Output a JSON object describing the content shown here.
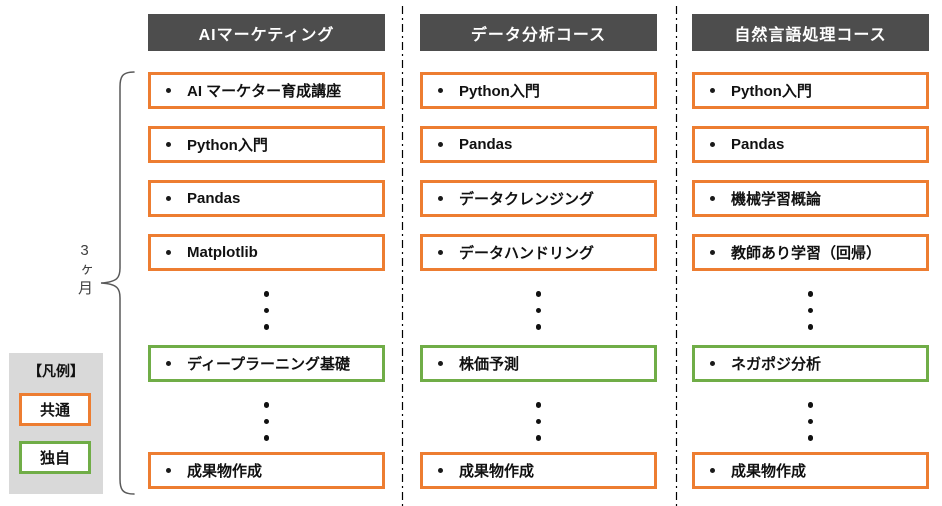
{
  "diagram": {
    "duration_label": "3ヶ月",
    "legend": {
      "title": "【凡例】",
      "items": [
        {
          "label": "共通",
          "type": "common"
        },
        {
          "label": "独自",
          "type": "unique"
        }
      ]
    },
    "colors": {
      "common": "#ED7D31",
      "unique": "#70AD47",
      "header_bg": "#4D4D4D",
      "header_text": "#FFFFFF",
      "legend_bg": "#D9D9D9"
    },
    "columns": [
      {
        "title": "AIマーケティング",
        "items": [
          {
            "type": "box",
            "style": "common",
            "label": "AI マーケター育成講座"
          },
          {
            "type": "box",
            "style": "common",
            "label": "Python入門"
          },
          {
            "type": "box",
            "style": "common",
            "label": "Pandas"
          },
          {
            "type": "box",
            "style": "common",
            "label": "Matplotlib"
          },
          {
            "type": "dots"
          },
          {
            "type": "box",
            "style": "unique",
            "label": "ディープラーニング基礎"
          },
          {
            "type": "dots"
          },
          {
            "type": "box",
            "style": "common",
            "label": "成果物作成"
          }
        ]
      },
      {
        "title": "データ分析コース",
        "items": [
          {
            "type": "box",
            "style": "common",
            "label": "Python入門"
          },
          {
            "type": "box",
            "style": "common",
            "label": "Pandas"
          },
          {
            "type": "box",
            "style": "common",
            "label": "データクレンジング"
          },
          {
            "type": "box",
            "style": "common",
            "label": "データハンドリング"
          },
          {
            "type": "dots"
          },
          {
            "type": "box",
            "style": "unique",
            "label": "株価予測"
          },
          {
            "type": "dots"
          },
          {
            "type": "box",
            "style": "common",
            "label": "成果物作成"
          }
        ]
      },
      {
        "title": "自然言語処理コース",
        "items": [
          {
            "type": "box",
            "style": "common",
            "label": "Python入門"
          },
          {
            "type": "box",
            "style": "common",
            "label": "Pandas"
          },
          {
            "type": "box",
            "style": "common",
            "label": "機械学習概論"
          },
          {
            "type": "box",
            "style": "common",
            "label": "教師あり学習（回帰）"
          },
          {
            "type": "dots"
          },
          {
            "type": "box",
            "style": "unique",
            "label": "ネガポジ分析"
          },
          {
            "type": "dots"
          },
          {
            "type": "box",
            "style": "common",
            "label": "成果物作成"
          }
        ]
      }
    ]
  }
}
